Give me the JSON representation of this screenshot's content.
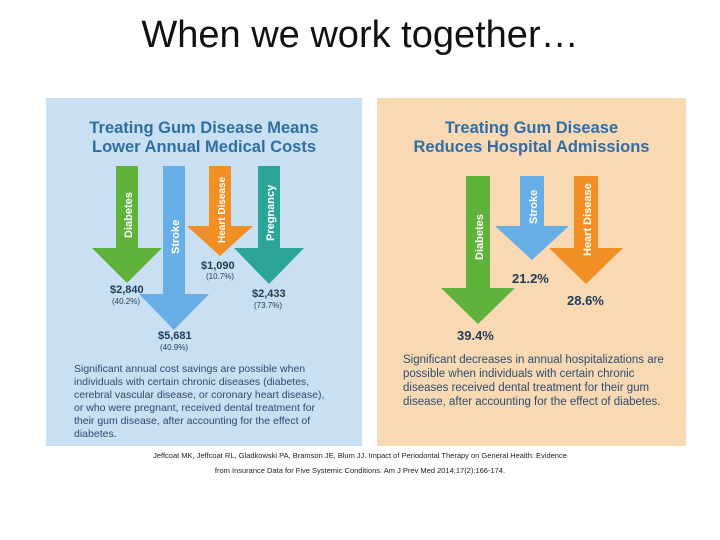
{
  "slide_title": "When we work together…",
  "colors": {
    "left_bg": "#c9dff2",
    "right_bg": "#f9d9b4",
    "title_blue": "#2f6ea5",
    "diabetes_green": "#5fb33a",
    "stroke_blue": "#68aee6",
    "heart_orange": "#f28f24",
    "pregnancy_teal": "#2aa598"
  },
  "left_panel": {
    "title_line1": "Treating Gum Disease Means",
    "title_line2": "Lower Annual Medical Costs",
    "arrows": [
      {
        "label": "Diabetes",
        "amount": "$2,840",
        "percent": "(40.2%)",
        "icon": "arrow-down-icon"
      },
      {
        "label": "Stroke",
        "amount": "$5,681",
        "percent": "(40.9%)",
        "icon": "arrow-down-icon"
      },
      {
        "label": "Heart Disease",
        "amount": "$1,090",
        "percent": "(10.7%)",
        "icon": "arrow-down-icon"
      },
      {
        "label": "Pregnancy",
        "amount": "$2,433",
        "percent": "(73.7%)",
        "icon": "arrow-down-icon"
      }
    ],
    "caption": "Significant annual cost savings are possible when individuals with certain chronic diseases (diabetes, cerebral vascular disease, or coronary heart disease), or who were pregnant, received dental treatment for their gum disease, after accounting for the effect of diabetes."
  },
  "right_panel": {
    "title_line1": "Treating Gum Disease",
    "title_line2": "Reduces Hospital Admissions",
    "arrows": [
      {
        "label": "Diabetes",
        "value": "39.4%",
        "icon": "arrow-down-icon"
      },
      {
        "label": "Stroke",
        "value": "21.2%",
        "icon": "arrow-down-icon"
      },
      {
        "label": "Heart Disease",
        "value": "28.6%",
        "icon": "arrow-down-icon"
      }
    ],
    "caption": "Significant decreases in annual hospitalizations are possible when individuals with certain chronic diseases received dental treatment for their gum disease, after accounting for the effect of diabetes."
  },
  "citation_line1": "Jeffcoat MK, Jeffcoat RL, Gladkowski PA, Bramson JE, Blum JJ. Impact of Periodontal Therapy on General Health: Evidence",
  "citation_line2": "from Insurance Data for Five Systemic Conditions. Am J Prev Med 2014;17(2):166-174."
}
